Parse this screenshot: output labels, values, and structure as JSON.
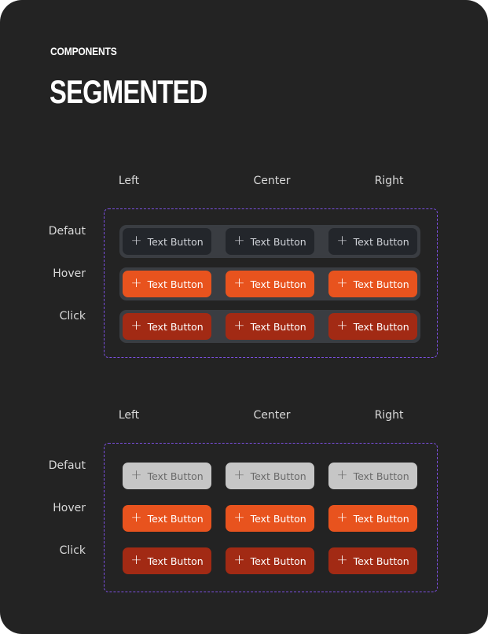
{
  "header": {
    "eyebrow": "COMPONENTS",
    "title": "SEGMENTED"
  },
  "columns": [
    "Left",
    "Center",
    "Right"
  ],
  "rows": [
    "Defaut",
    "Hover",
    "Click"
  ],
  "button": {
    "label": "Text Button",
    "icon": "plus-icon",
    "glyph": "+"
  },
  "colors": {
    "frame_border": "#7b4fe0",
    "segment_track": "#3a3d42",
    "default_dark": "#23262b",
    "default_light": "#c6c6c6",
    "hover": "#e8531e",
    "click": "#a22a14"
  }
}
